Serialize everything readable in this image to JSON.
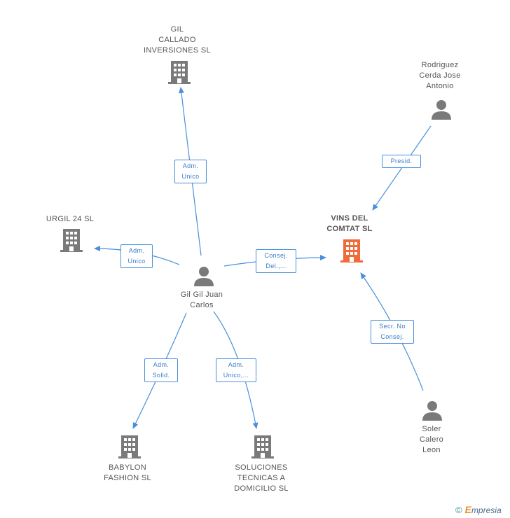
{
  "nodes": {
    "gil_callado": {
      "lines": [
        "GIL",
        "CALLADO",
        "INVERSIONES SL"
      ],
      "type": "company"
    },
    "urgil": {
      "lines": [
        "URGIL 24 SL"
      ],
      "type": "company"
    },
    "vins": {
      "lines": [
        "VINS DEL",
        "COMTAT SL"
      ],
      "type": "company-main"
    },
    "rodriguez": {
      "lines": [
        "Rodriguez",
        "Cerda Jose",
        "Antonio"
      ],
      "type": "person"
    },
    "gil_juan": {
      "lines": [
        "Gil Gil Juan",
        "Carlos"
      ],
      "type": "person"
    },
    "babylon": {
      "lines": [
        "BABYLON",
        "FASHION SL"
      ],
      "type": "company"
    },
    "soluciones": {
      "lines": [
        "SOLUCIONES",
        "TECNICAS A",
        "DOMICILIO SL"
      ],
      "type": "company"
    },
    "soler": {
      "lines": [
        "Soler",
        "Calero",
        "Leon"
      ],
      "type": "person"
    }
  },
  "edges": [
    {
      "id": "e_gil_callado",
      "lines": [
        "Adm.",
        "Unico"
      ]
    },
    {
      "id": "e_urgil",
      "lines": [
        "Adm.",
        "Unico"
      ]
    },
    {
      "id": "e_vins",
      "lines": [
        "Consej.",
        "Del.,..."
      ]
    },
    {
      "id": "e_rodriguez",
      "lines": [
        "Presid."
      ]
    },
    {
      "id": "e_babylon",
      "lines": [
        "Adm.",
        "Solid."
      ]
    },
    {
      "id": "e_soluciones",
      "lines": [
        "Adm.",
        "Unico,..."
      ]
    },
    {
      "id": "e_soler",
      "lines": [
        "Secr.  No",
        "Consej."
      ]
    }
  ],
  "colors": {
    "company": "#7a7a7a",
    "company_main": "#f06a3a",
    "person": "#7a7a7a",
    "edge": "#4a90d9"
  },
  "footer": {
    "copyright": "©",
    "brand_initial": "E",
    "brand_rest": "mpresia"
  }
}
